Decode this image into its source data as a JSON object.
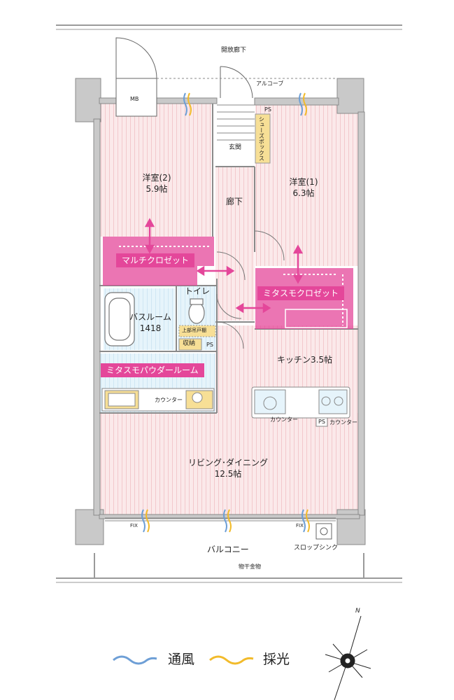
{
  "labels": {
    "open_corridor": "開放廊下",
    "alcove": "アルコーブ",
    "mb": "MB",
    "ps": "PS",
    "shoes_box": "シューズボックス",
    "genkan": "玄関",
    "room2_name": "洋室(2)",
    "room2_size": "5.9帖",
    "room1_name": "洋室(1)",
    "room1_size": "6.3帖",
    "hallway": "廊下",
    "multi_closet": "マルチクロゼット",
    "mitasumo_closet": "ミタスモクロゼット",
    "toilet": "トイレ",
    "bathroom_name": "バスルーム",
    "bathroom_size": "1418",
    "upper_shelf": "上部吊戸棚",
    "storage": "収納",
    "powder_room": "ミタスモパウダールーム",
    "counter": "カウンター",
    "kitchen": "キッチン3.5帖",
    "living_name": "リビング･ダイニング",
    "living_size": "12.5帖",
    "fix": "FIX",
    "balcony": "バルコニー",
    "slop_sink": "スロップシンク",
    "clothes_rack": "物干金物",
    "north": "N"
  },
  "legend": {
    "ventilation": "通風",
    "daylight": "採光"
  },
  "colors": {
    "floor_pink": "#fbe9ea",
    "closet_pink": "#e4479a",
    "wet_blue": "#e6f4fb",
    "shoes_yellow": "#f7df96",
    "ventilation_blue": "#6e9fd6",
    "daylight_yellow": "#f2bb2b",
    "wall_gray": "#c9c9c9"
  }
}
